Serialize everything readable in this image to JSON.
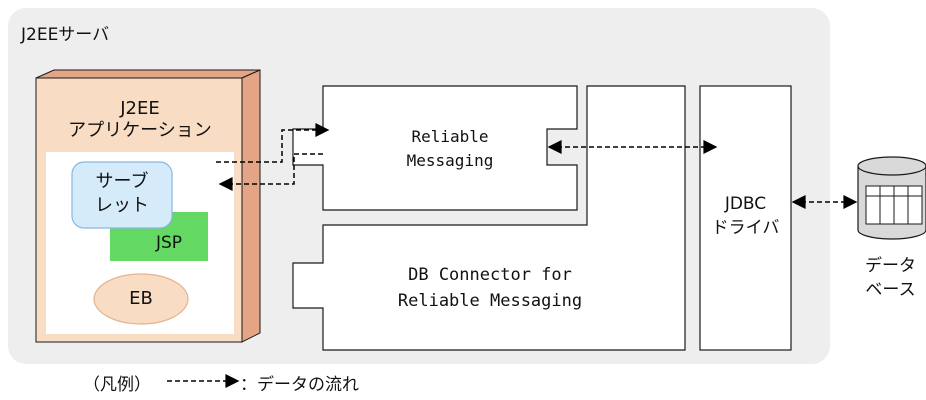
{
  "colors": {
    "server_bg": "#eeeeee",
    "app_front": "#f9dcc4",
    "app_side": "#e3a585",
    "servlet_fill": "#d6ebfa",
    "servlet_stroke": "#86b8e4",
    "jsp_fill": "#63d863",
    "eb_fill": "#f9dcc4",
    "eb_stroke": "#e3b48e",
    "stroke": "#1a1a1a"
  },
  "server": {
    "title": "J2EEサーバ"
  },
  "application": {
    "title_line1": "J2EE",
    "title_line2": "アプリケーション",
    "servlet_line1": "サーブ",
    "servlet_line2": "レット",
    "jsp": "JSP",
    "eb": "EB"
  },
  "reliable_messaging": {
    "line1": "Reliable",
    "line2": "Messaging"
  },
  "db_connector": {
    "line1": "DB Connector for",
    "line2": "Reliable Messaging"
  },
  "jdbc": {
    "line1": "JDBC",
    "line2": "ドライバ"
  },
  "database": {
    "line1": "データ",
    "line2": "ベース",
    "icon": "database-cylinder-icon"
  },
  "legend": {
    "prefix": "（凡例）",
    "suffix": "：データの流れ",
    "icon": "dashed-arrow-icon"
  }
}
